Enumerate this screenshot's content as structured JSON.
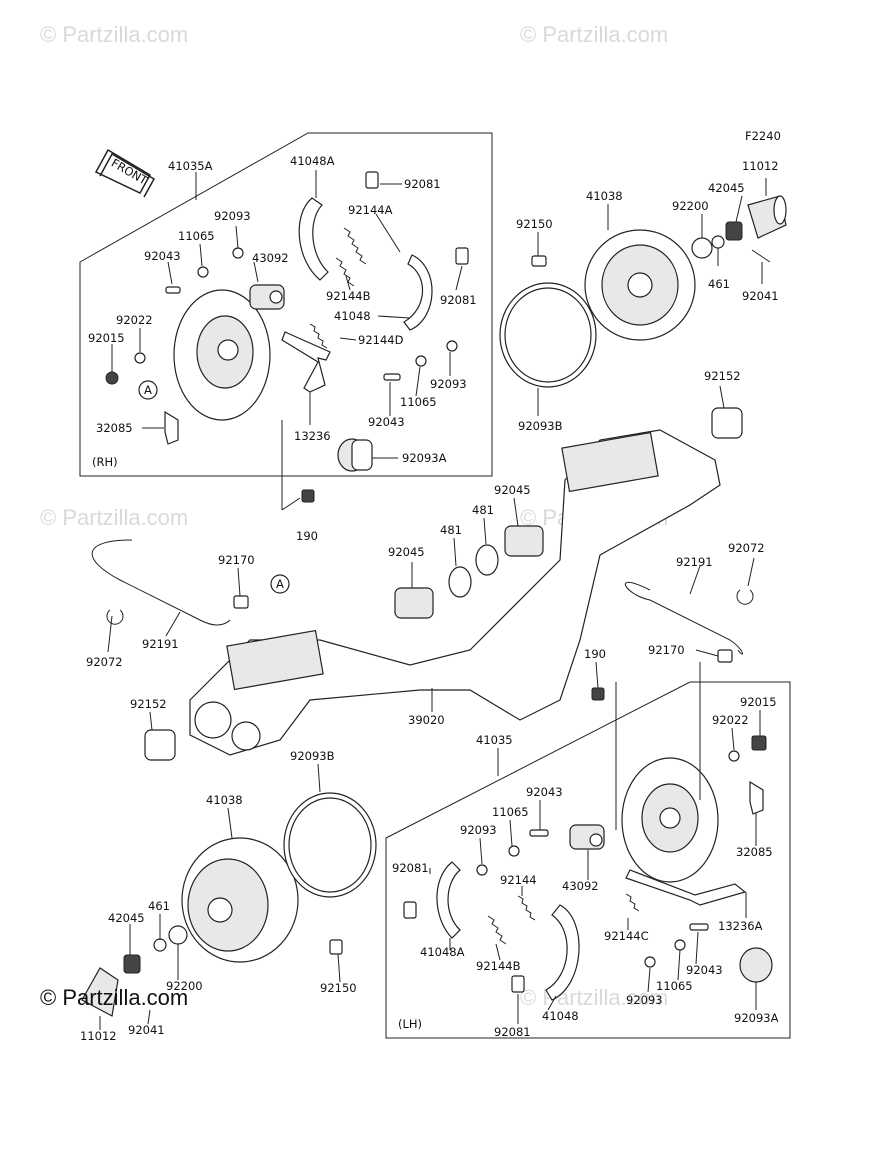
{
  "watermarks": {
    "top_left": "© Partzilla.com",
    "top_right": "© Partzilla.com",
    "mid_left": "© Partzilla.com",
    "mid_right": "© Partzilla.com",
    "bottom_right": "© Partzilla.com",
    "bottom_left": "© Partzilla.com"
  },
  "figure_code": "F2240",
  "front_label": "FRONT",
  "section_rh": "(RH)",
  "section_lh": "(LH)",
  "labels": {
    "p41035A": "41035A",
    "p41048A_top": "41048A",
    "p92081_a": "92081",
    "p92093_a": "92093",
    "p92144A": "92144A",
    "p11065_a": "11065",
    "p92043_a": "92043",
    "p43092_a": "43092",
    "p92144B_a": "92144B",
    "p92081_b": "92081",
    "p41048_a": "41048",
    "p92022_a": "92022",
    "p92015_a": "92015",
    "p92144D": "92144D",
    "p92093_b": "92093",
    "p11065_b": "11065",
    "p92043_b": "92043",
    "p32085_a": "32085",
    "p13236": "13236",
    "p92093A_a": "92093A",
    "callout_A1": "A",
    "p190_a": "190",
    "p92150_a": "92150",
    "p41038_a": "41038",
    "p92200_a": "92200",
    "p42045_a": "42045",
    "p11012_a": "11012",
    "p461_a": "461",
    "p92041_a": "92041",
    "p92093B_a": "92093B",
    "p92152_a": "92152",
    "p92045_a": "92045",
    "p481_a": "481",
    "p481_b": "481",
    "p92045_b": "92045",
    "p92170_a": "92170",
    "callout_A2": "A",
    "p92191_a": "92191",
    "p92072_a": "92072",
    "p92072_b": "92072",
    "p92191_b": "92191",
    "p92170_b": "92170",
    "p190_b": "190",
    "p92152_b": "92152",
    "p39020": "39020",
    "p41035": "41035",
    "p92015_b": "92015",
    "p92022_b": "92022",
    "p92093B_b": "92093B",
    "p41038_b": "41038",
    "p92043_c": "92043",
    "p11065_c": "11065",
    "p92093_c": "92093",
    "p32085_b": "32085",
    "p92081_c": "92081",
    "p92144": "92144",
    "p43092_b": "43092",
    "p13236A": "13236A",
    "p461_b": "461",
    "p42045_b": "42045",
    "p41048A_b": "41048A",
    "p92144C": "92144C",
    "p92144B_b": "92144B",
    "p92043_d": "92043",
    "p92200_b": "92200",
    "p92150_b": "92150",
    "p11012_b": "11012",
    "p92041_b": "92041",
    "p92093_d": "92093",
    "p11065_d": "11065",
    "p92081_d": "92081",
    "p41048_b": "41048",
    "p92093A_b": "92093A"
  }
}
